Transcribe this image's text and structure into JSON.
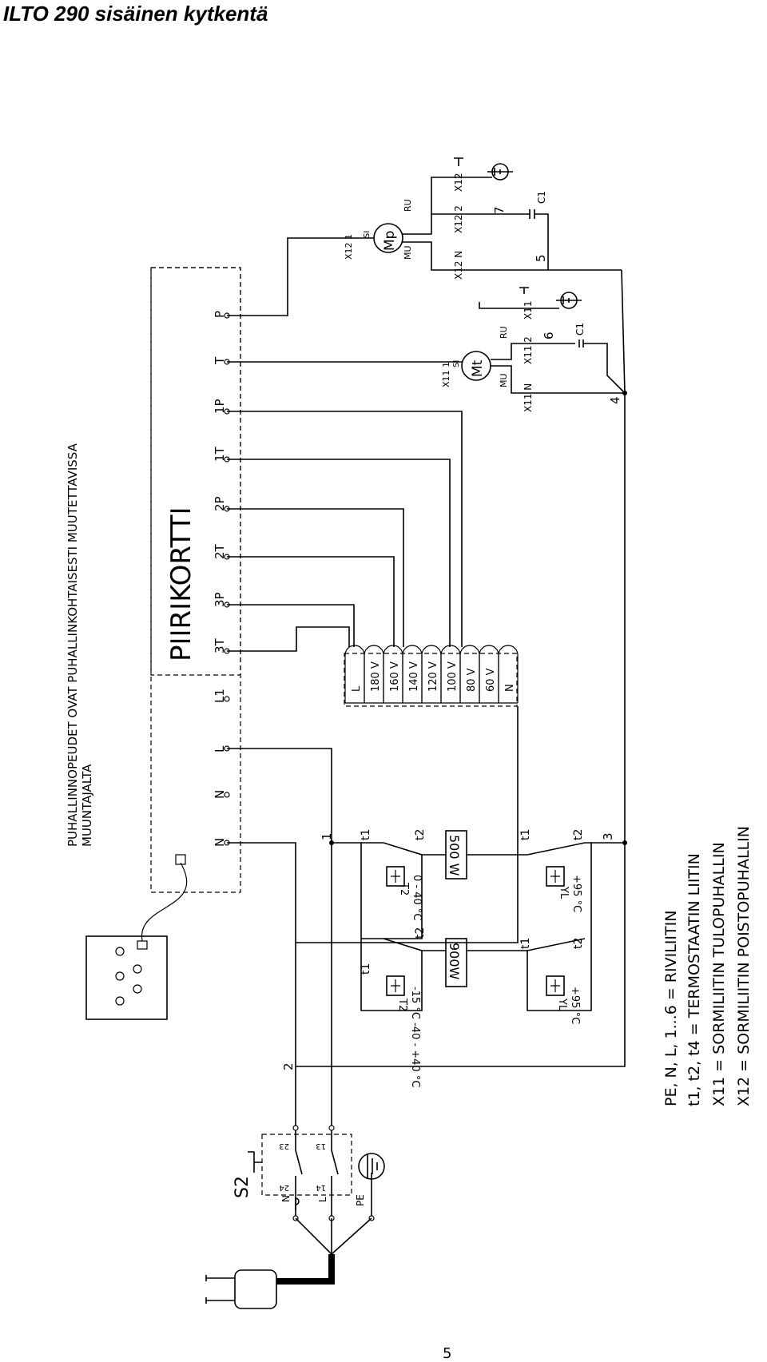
{
  "title": "ILTO 290 sisäinen kytkentä",
  "page_number": "5",
  "notes": {
    "line1": "PUHALLINNOPEUDET OVAT PUHALLINKOHTAISESTI MUUTETTAVISSA",
    "line2": "MUUNTAJALTA"
  },
  "board": {
    "name": "PIIRIKORTTI",
    "terminals": [
      "N",
      "N",
      "L",
      "L1",
      "3T",
      "3P",
      "2T",
      "2P",
      "1T",
      "1P",
      "T",
      "P"
    ]
  },
  "transformer_taps": [
    "L",
    "180 V",
    "160 V",
    "140 V",
    "120 V",
    "100 V",
    "80 V",
    "60 V",
    "N"
  ],
  "heaters": {
    "left": "900W",
    "right": "500 W"
  },
  "thermostats": {
    "upper_left": {
      "name": "T2",
      "range": "-15 °C -40 - +40 °C",
      "t1": "t1",
      "t2": "t2"
    },
    "upper_right": {
      "name": "T2",
      "range": "0 - 40 °C",
      "t1": "t1",
      "t2": "t2"
    },
    "lower_left": {
      "name": "YL",
      "range": "+95 °C",
      "t1": "t1",
      "t2": "t2"
    },
    "lower_right": {
      "name": "YL",
      "range": "+95 °C",
      "t1": "t1",
      "t2": "t2"
    }
  },
  "nodes": {
    "n1": "1",
    "n2": "2",
    "n3": "3",
    "n4": "4",
    "n5": "5",
    "n6": "6",
    "n7": "7"
  },
  "motor_mp": {
    "label": "Mp",
    "x12_1": "X12 1",
    "si": "SI",
    "ru": "RU",
    "mu": "MU",
    "x12_n": "X12 N",
    "x12_2": "X12 2",
    "x12_pe": "X12",
    "cap": "C1"
  },
  "motor_mt": {
    "label": "Mt",
    "x11_1": "X11 1",
    "si": "SI",
    "ru": "RU",
    "mu": "MU",
    "x11_n": "X11 N",
    "x11_2": "X11 2",
    "x11_pe": "X11",
    "cap": "C1"
  },
  "switch": {
    "name": "S2",
    "contacts": [
      "24",
      "14",
      "23",
      "13"
    ],
    "wires": [
      "N",
      "L",
      "PE"
    ]
  },
  "legend": [
    "PE, N, L, 1...6 = RIVILIITIN",
    "t1, t2, t4 = TERMOSTAATIN LIITIN",
    "X11 = SORMILIITIN TULOPUHALLIN",
    "X12 = SORMILIITIN POISTOPUHALLIN"
  ]
}
